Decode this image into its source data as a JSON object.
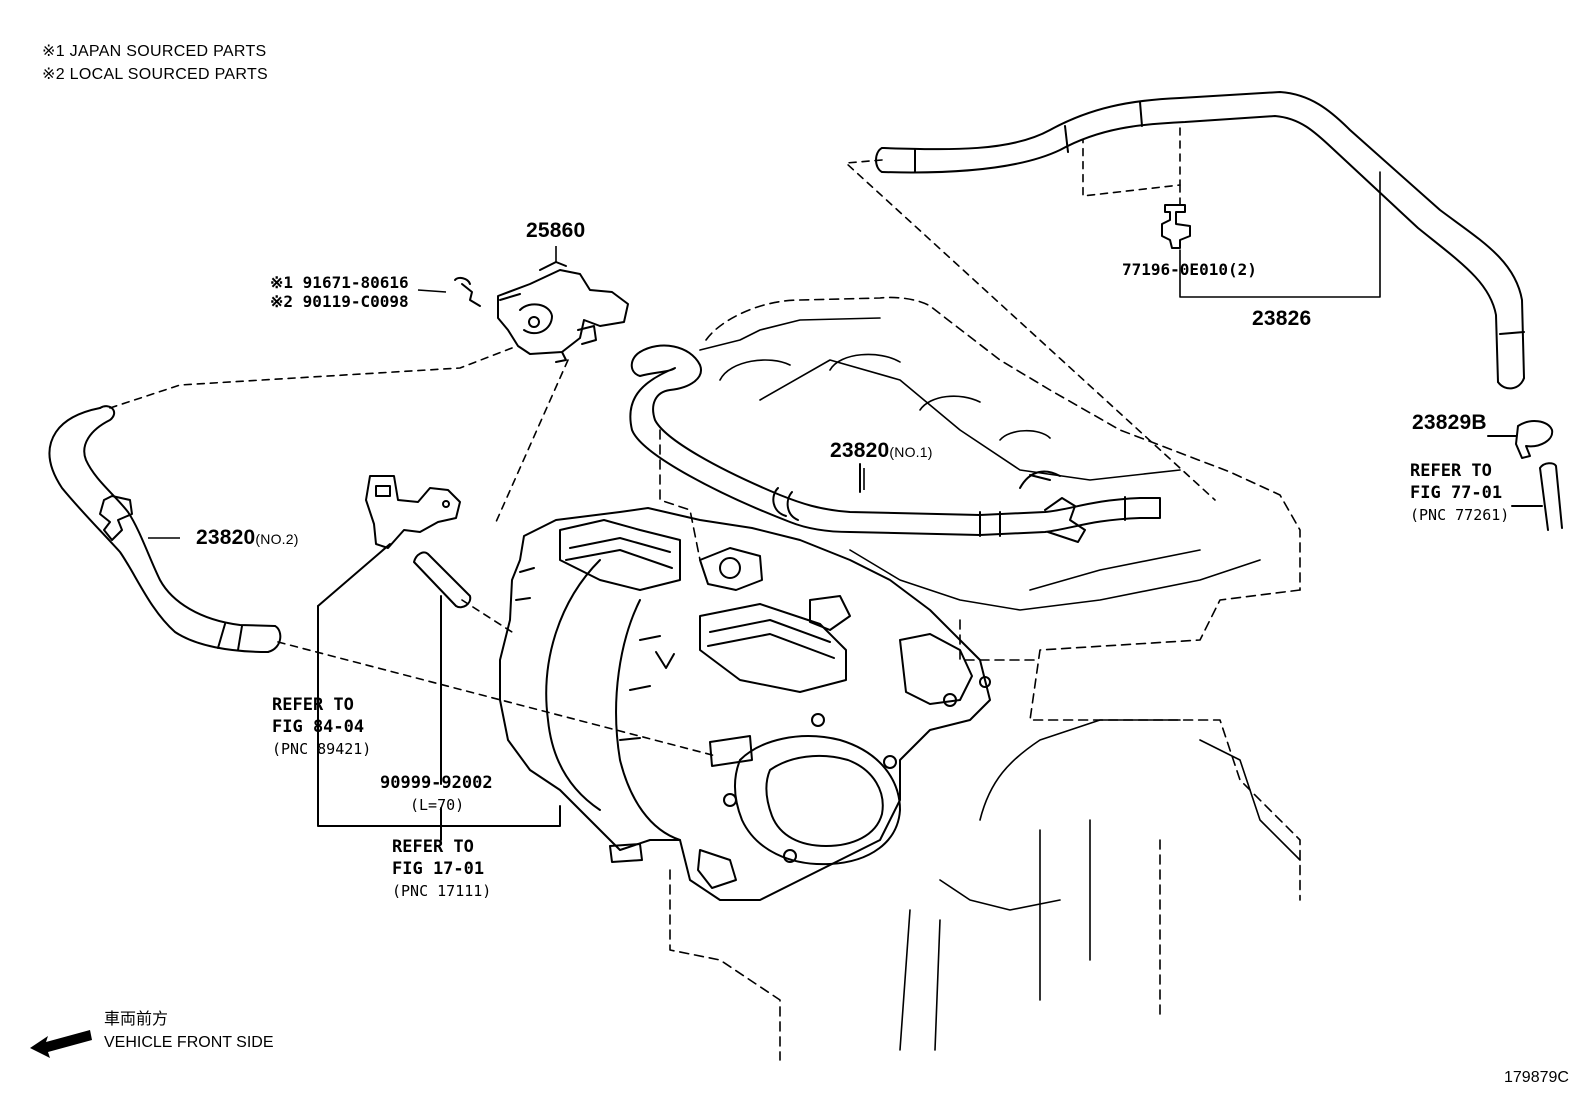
{
  "notes": {
    "note1": "※1 JAPAN SOURCED PARTS",
    "note2": "※2 LOCAL SOURCED PARTS"
  },
  "parts": {
    "p25860": "25860",
    "bolt1": "※1 91671-80616",
    "bolt2": "※2 90119-C0098",
    "p23826": "23826",
    "clip77196": "77196-0E010(2)",
    "p23829b": "23829B",
    "hose1_num": "23820",
    "hose1_tag": "(NO.1)",
    "hose2_num": "23820",
    "hose2_tag": "(NO.2)",
    "p90999": "90999-92002",
    "p90999_len": "(L=70)"
  },
  "refs": {
    "r7701": {
      "l1": "REFER TO",
      "l2": "FIG 77-01",
      "l3": "(PNC 77261)"
    },
    "r8404": {
      "l1": "REFER TO",
      "l2": "FIG 84-04",
      "l3": "(PNC 89421)"
    },
    "r1701": {
      "l1": "REFER TO",
      "l2": "FIG 17-01",
      "l3": "(PNC 17111)"
    }
  },
  "front": {
    "jp": "車両前方",
    "en": "VEHICLE FRONT SIDE",
    "icon": "arrow-left-icon"
  },
  "figure_id": "179879C"
}
